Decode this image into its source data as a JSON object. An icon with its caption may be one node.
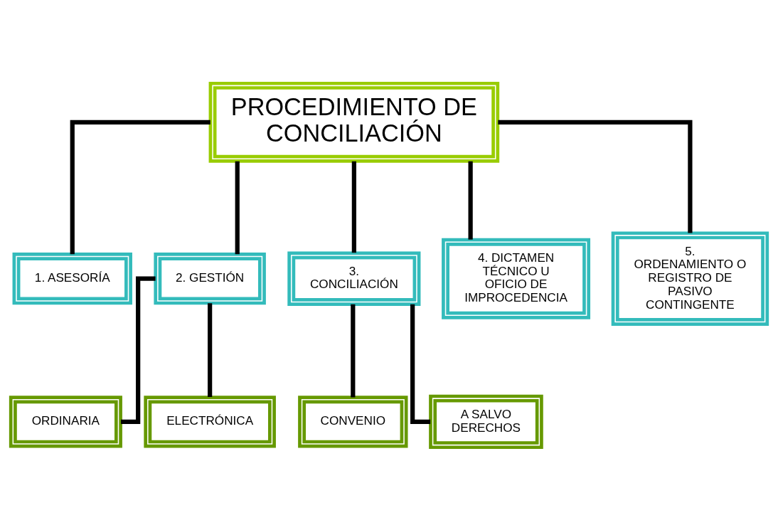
{
  "diagram": {
    "nodes": [
      {
        "text": [
          "PROCEDIMIENTO DE CONCILIACIÓN"
        ]
      },
      {
        "text": [
          "1. ASESORÍA"
        ]
      },
      {
        "text": [
          "2. GESTIÓN"
        ]
      },
      {
        "text": [
          "3. CONCILIACIÓN"
        ]
      },
      {
        "text": [
          "4. DICTAMEN TÉCNICO U OFICIO DE IMPROCEDENCIA"
        ]
      },
      {
        "text": [
          "5. ORDENAMIENTO O REGISTRO DE PASIVO CONTINGENTE"
        ]
      },
      {
        "text": [
          "ORDINARIA"
        ]
      },
      {
        "text": [
          "ELECTRÓNICA"
        ]
      },
      {
        "text": [
          "CONVENIO"
        ]
      },
      {
        "text": [
          "A SALVO DERECHOS"
        ]
      }
    ],
    "edges": [
      {
        "from": 0,
        "to": 1,
        "arrow": "none"
      },
      {
        "from": 0,
        "to": 2,
        "arrow": "none"
      },
      {
        "from": 0,
        "to": 3,
        "arrow": "none"
      },
      {
        "from": 0,
        "to": 4,
        "arrow": "none"
      },
      {
        "from": 0,
        "to": 5,
        "arrow": "none"
      },
      {
        "from": 2,
        "to": 6,
        "arrow": "none"
      },
      {
        "from": 2,
        "to": 7,
        "arrow": "none"
      },
      {
        "from": 3,
        "to": 8,
        "arrow": "none"
      },
      {
        "from": 3,
        "to": 9,
        "arrow": "none"
      }
    ]
  }
}
